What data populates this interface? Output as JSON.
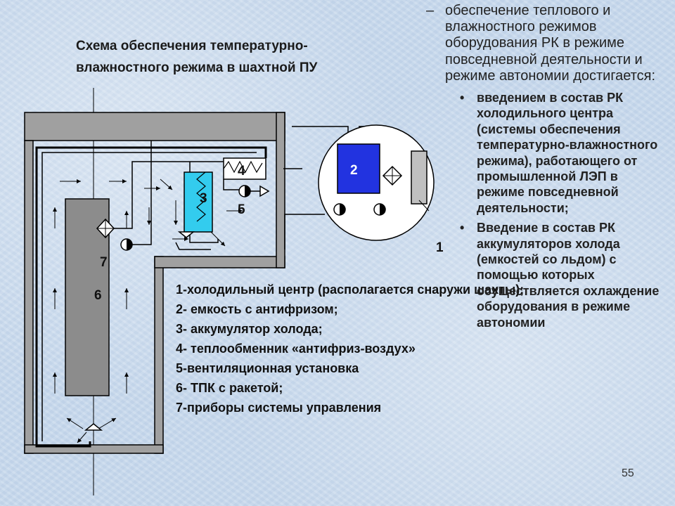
{
  "diagram": {
    "title": "Схема обеспечения температурно-влажностного режима в шахтной ПУ",
    "numbers": {
      "n1": "1",
      "n2": "2",
      "n3": "3",
      "n4": "4",
      "n5": "5",
      "n6": "6",
      "n7": "7"
    },
    "colors": {
      "line": "#000000",
      "wall": "#a0a0a0",
      "tank": "#2233e0",
      "accumulator": "#33ccee",
      "tpk": "#8c8c8c",
      "circle": "#ffffff",
      "panel": "#c0c0c0"
    }
  },
  "legend": [
    "1-холодильный центр (располагается снаружи шахты);",
    "2- емкость с антифризом;",
    "3- аккумулятор холода;",
    "4- теплообменник «антифриз-воздух»",
    "5-вентиляционная установка",
    "6- ТПК с ракетой;",
    "7-приборы системы управления"
  ],
  "right": {
    "dash": "–",
    "intro": "обеспечение теплового и влажностного режимов оборудования РК в режиме повседневной деятельности и режиме автономии достигается:",
    "bullets": [
      "введением в состав РК холодильного центра (системы обеспечения температурно-влажностного режима), работающего от промышленной ЛЭП в режиме повседневной деятельности;",
      "Введение в состав РК аккумуляторов холода (емкостей со льдом) с помощью которых осуществляется охлаждение оборудования в режиме автономии"
    ],
    "bullet_glyph": "•"
  },
  "page_number": "55"
}
